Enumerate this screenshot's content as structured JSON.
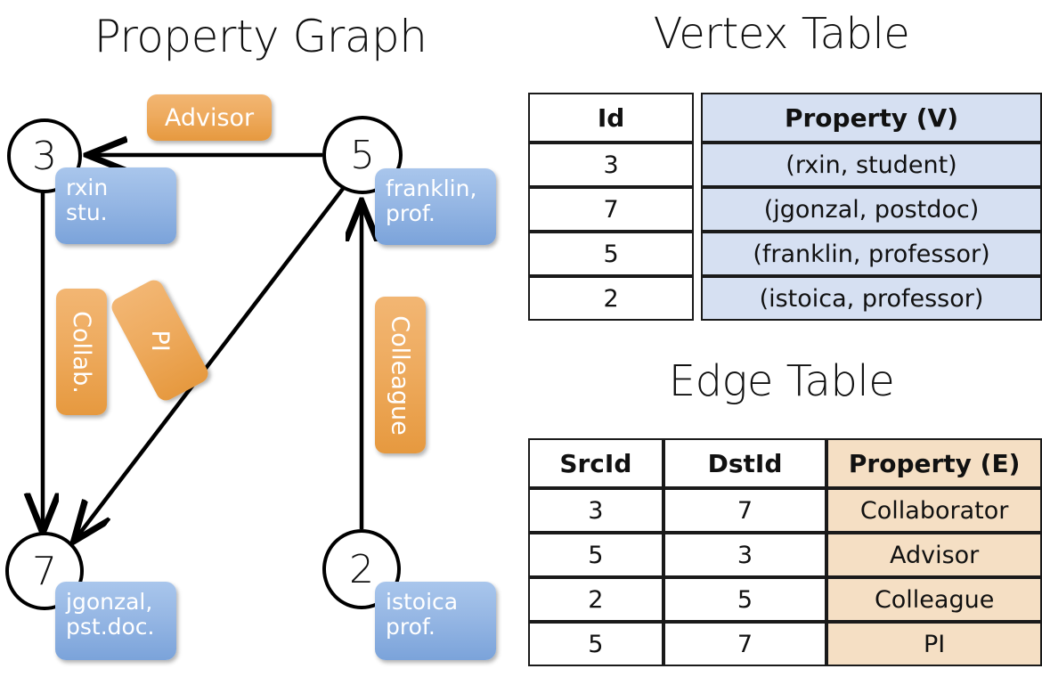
{
  "titles": {
    "property_graph": "Property Graph",
    "vertex_table": "Vertex Table",
    "edge_table": "Edge Table"
  },
  "colors": {
    "vertex_property_fill": "#D6E0F2",
    "edge_property_fill": "#F5DFC4",
    "node_box_blue": "#7BA3DA",
    "edge_label_orange": "#E6993F",
    "stroke": "#000000"
  },
  "graph": {
    "nodes": [
      {
        "id": "3",
        "property_line1": "rxin",
        "property_line2": "stu."
      },
      {
        "id": "5",
        "property_line1": "franklin,",
        "property_line2": "prof."
      },
      {
        "id": "7",
        "property_line1": "jgonzal,",
        "property_line2": "pst.doc."
      },
      {
        "id": "2",
        "property_line1": "istoica",
        "property_line2": "prof."
      }
    ],
    "edge_labels": [
      {
        "name": "advisor",
        "text": "Advisor",
        "orientation": "horizontal"
      },
      {
        "name": "collab",
        "text": "Collab.",
        "orientation": "vertical"
      },
      {
        "name": "pi",
        "text": "PI",
        "orientation": "diagonal"
      },
      {
        "name": "colleague",
        "text": "Colleague",
        "orientation": "vertical"
      }
    ],
    "edges": [
      {
        "from": "5",
        "to": "3",
        "label": "Advisor"
      },
      {
        "from": "3",
        "to": "7",
        "label": "Collab."
      },
      {
        "from": "5",
        "to": "7",
        "label": "PI"
      },
      {
        "from": "2",
        "to": "5",
        "label": "Colleague"
      }
    ]
  },
  "vertex_table": {
    "headers": [
      "Id",
      "Property (V)"
    ],
    "rows": [
      {
        "id": "3",
        "property": "(rxin, student)"
      },
      {
        "id": "7",
        "property": "(jgonzal, postdoc)"
      },
      {
        "id": "5",
        "property": "(franklin, professor)"
      },
      {
        "id": "2",
        "property": "(istoica, professor)"
      }
    ]
  },
  "edge_table": {
    "headers": [
      "SrcId",
      "DstId",
      "Property (E)"
    ],
    "rows": [
      {
        "src": "3",
        "dst": "7",
        "property": "Collaborator"
      },
      {
        "src": "5",
        "dst": "3",
        "property": "Advisor"
      },
      {
        "src": "2",
        "dst": "5",
        "property": "Colleague"
      },
      {
        "src": "5",
        "dst": "7",
        "property": "PI"
      }
    ]
  }
}
